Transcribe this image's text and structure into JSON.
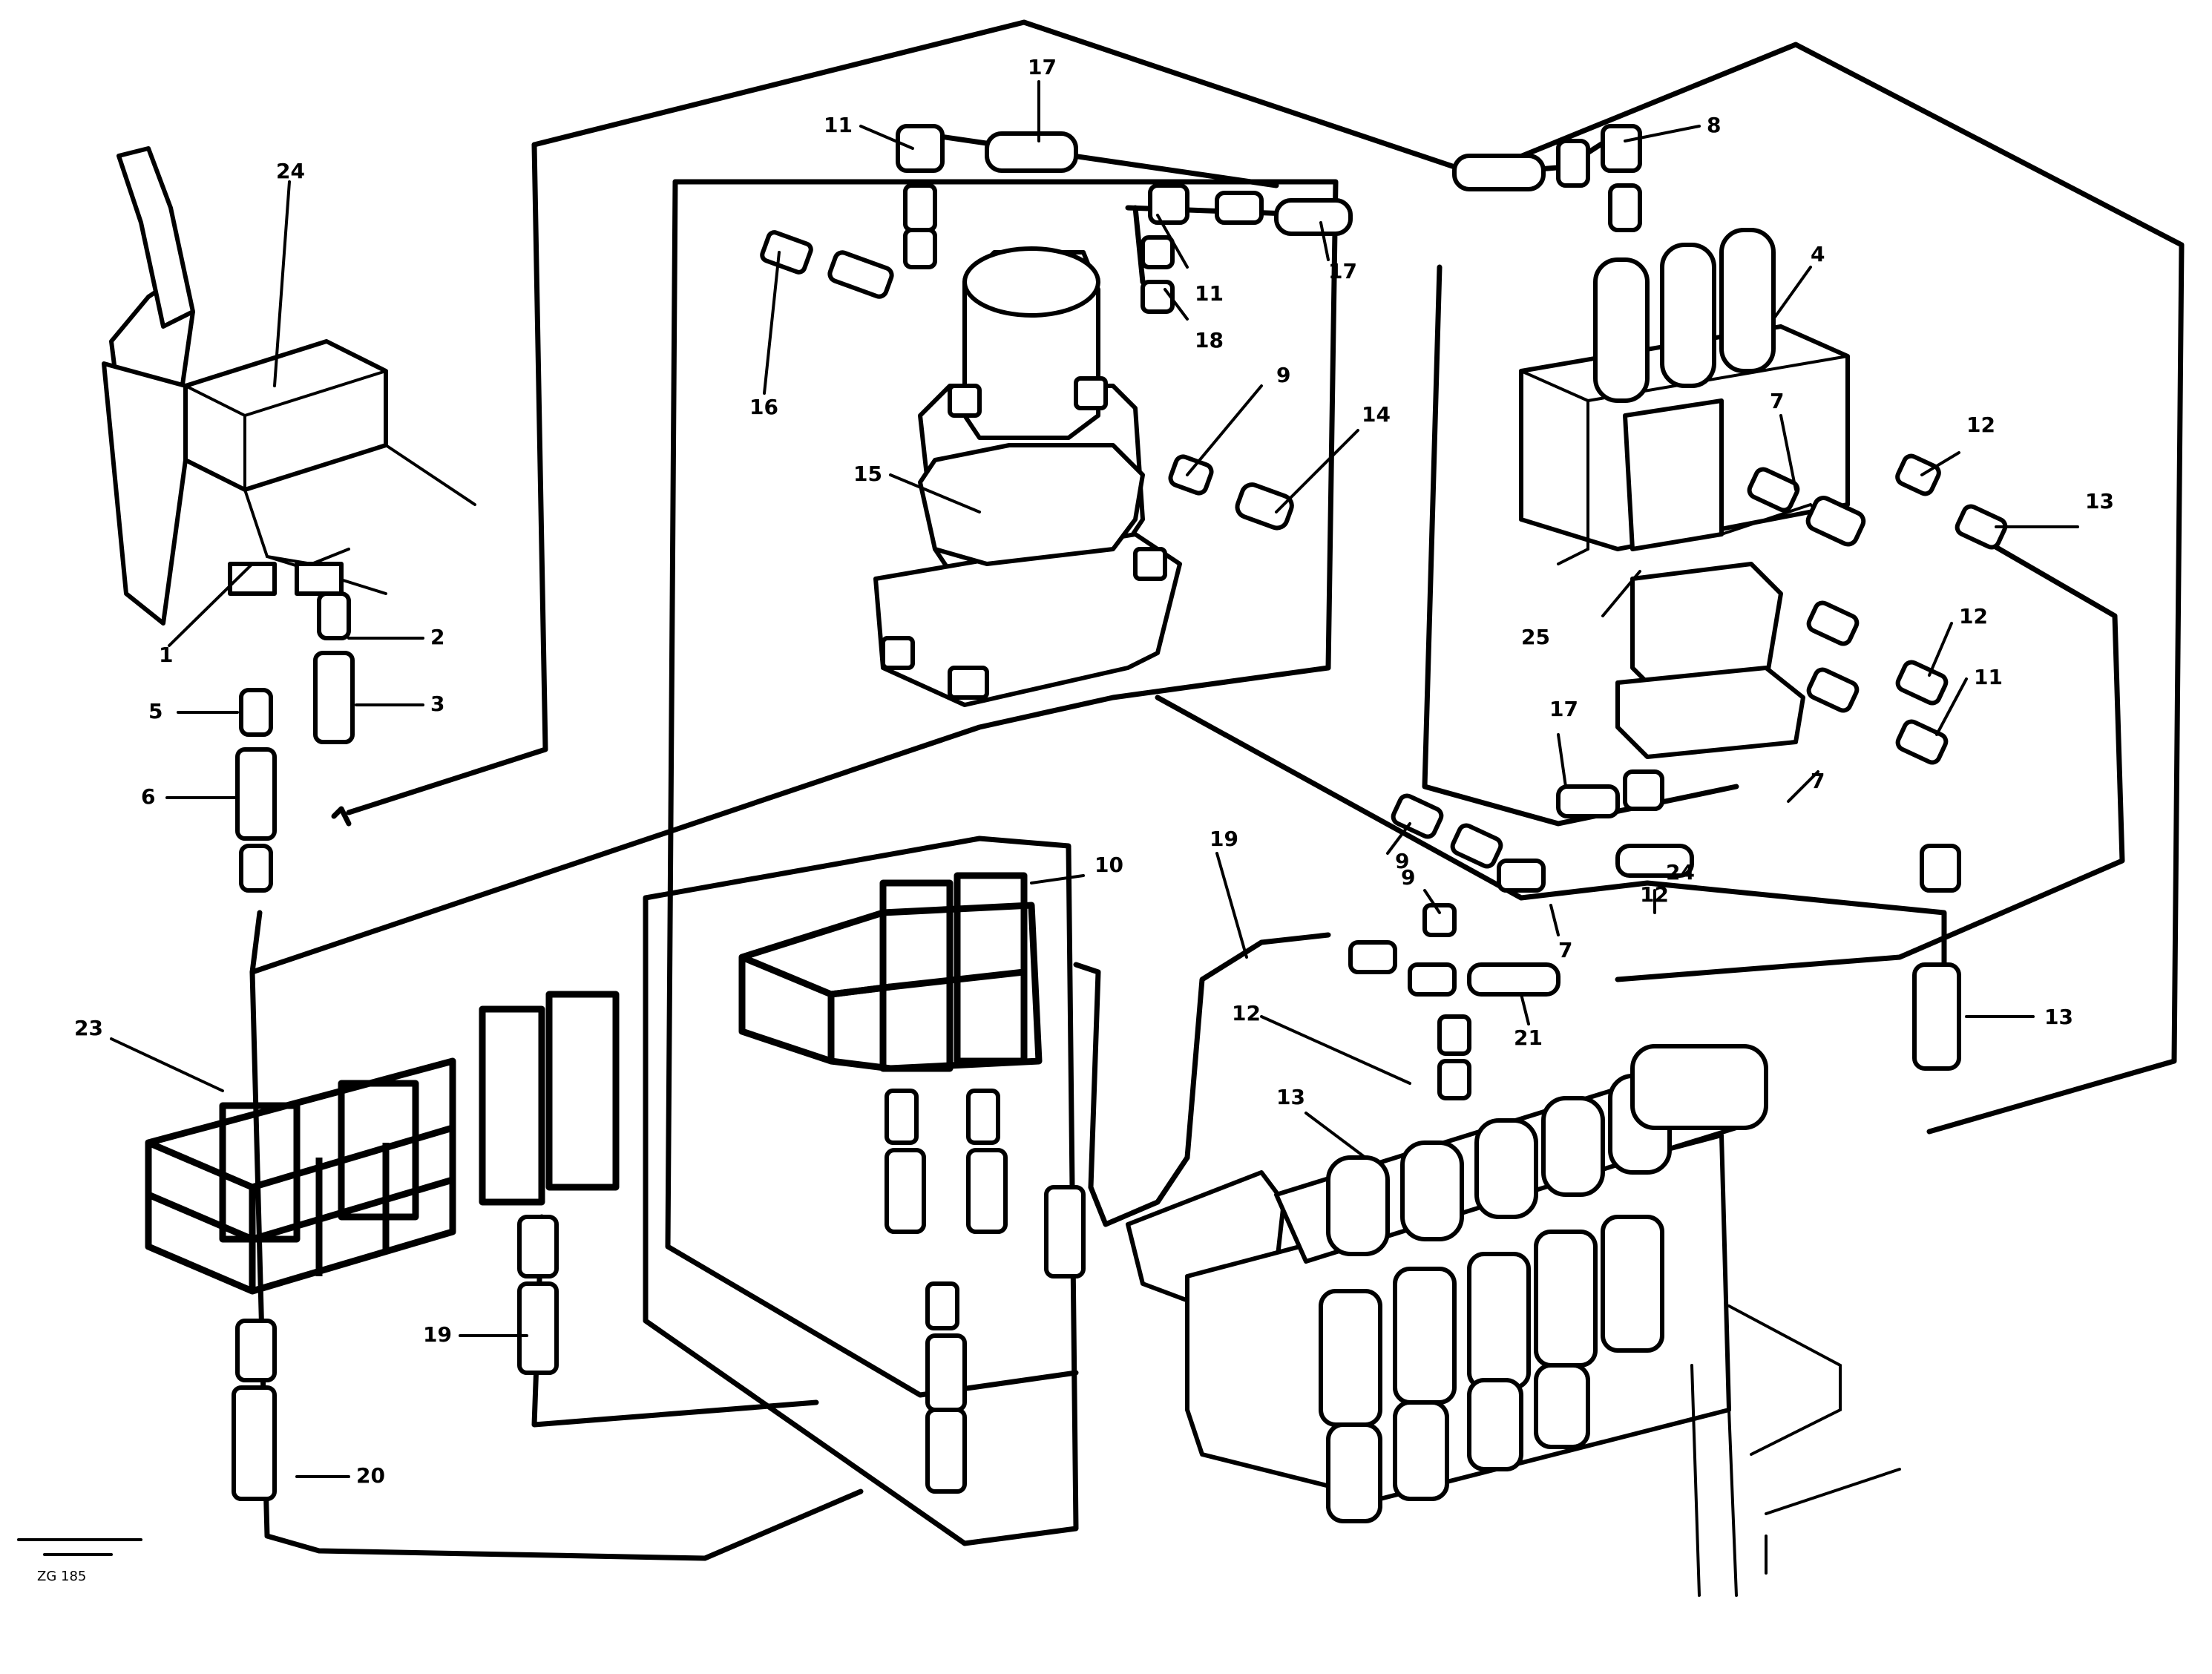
{
  "diagram": {
    "callouts": [
      {
        "id": "c24a",
        "text": "24"
      },
      {
        "id": "c1",
        "text": "1"
      },
      {
        "id": "c2",
        "text": "2"
      },
      {
        "id": "c3",
        "text": "3"
      },
      {
        "id": "c5",
        "text": "5"
      },
      {
        "id": "c6",
        "text": "6"
      },
      {
        "id": "c17a",
        "text": "17"
      },
      {
        "id": "c11a",
        "text": "11"
      },
      {
        "id": "c16",
        "text": "16"
      },
      {
        "id": "c11b",
        "text": "11"
      },
      {
        "id": "c17b",
        "text": "17"
      },
      {
        "id": "c18",
        "text": "18"
      },
      {
        "id": "c9a",
        "text": "9"
      },
      {
        "id": "c14",
        "text": "14"
      },
      {
        "id": "c15",
        "text": "15"
      },
      {
        "id": "c8",
        "text": "8"
      },
      {
        "id": "c4",
        "text": "4"
      },
      {
        "id": "c7a",
        "text": "7"
      },
      {
        "id": "c12a",
        "text": "12"
      },
      {
        "id": "c13a",
        "text": "13"
      },
      {
        "id": "c25",
        "text": "25"
      },
      {
        "id": "c12b",
        "text": "12"
      },
      {
        "id": "c11c",
        "text": "11"
      },
      {
        "id": "c17c",
        "text": "17"
      },
      {
        "id": "c7b",
        "text": "7"
      },
      {
        "id": "c9b",
        "text": "9"
      },
      {
        "id": "c9c",
        "text": "9"
      },
      {
        "id": "c12c",
        "text": "12"
      },
      {
        "id": "c7c",
        "text": "7"
      },
      {
        "id": "c10",
        "text": "10"
      },
      {
        "id": "c19a",
        "text": "19"
      },
      {
        "id": "c12d",
        "text": "12"
      },
      {
        "id": "c13b",
        "text": "13"
      },
      {
        "id": "c21",
        "text": "21"
      },
      {
        "id": "c13c",
        "text": "13"
      },
      {
        "id": "c23",
        "text": "23"
      },
      {
        "id": "c19b",
        "text": "19"
      },
      {
        "id": "c20",
        "text": "20"
      },
      {
        "id": "c24b",
        "text": "24"
      }
    ],
    "reference_code": "ZG 185"
  }
}
